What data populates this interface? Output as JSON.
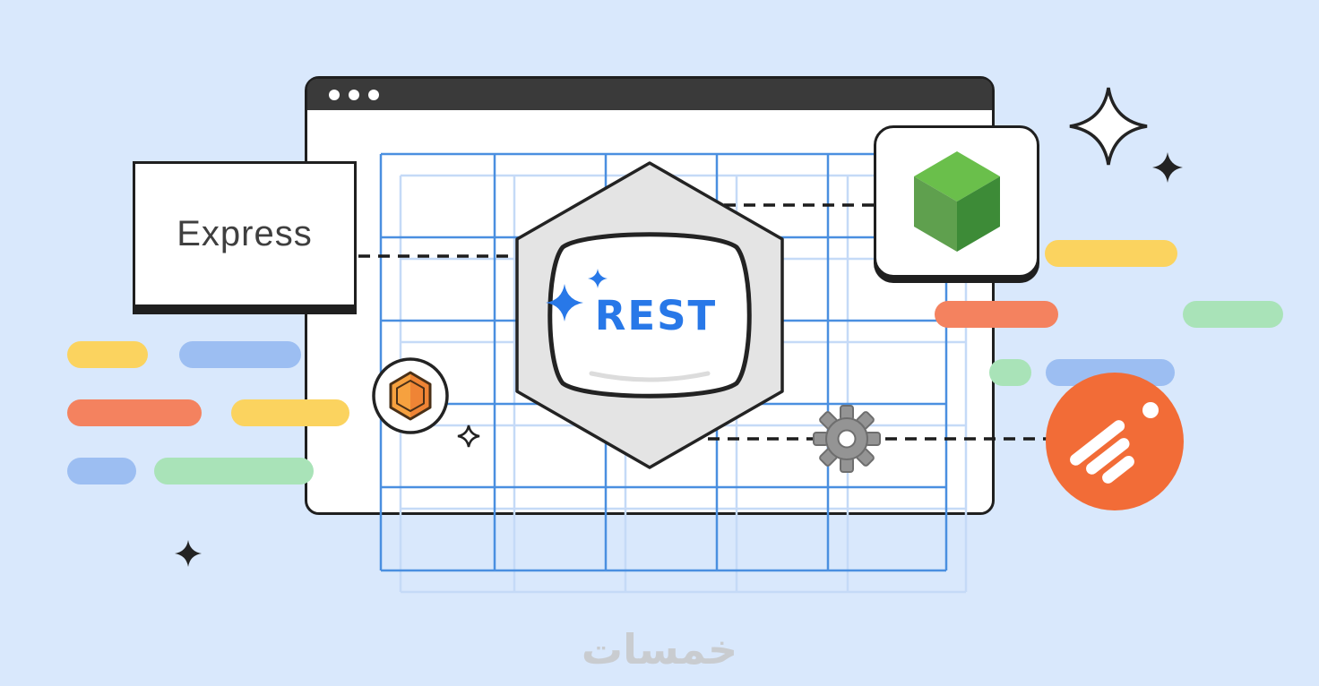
{
  "labels": {
    "express": "Express",
    "rest": "REST",
    "watermark": "خمسات"
  },
  "browser_window": {
    "dot_count": 3
  },
  "icons": {
    "nodejs": "nodejs-hexagon-logo",
    "postman": "postman-rocket-logo",
    "rest_pillow": "rest-pillow-badge",
    "gear": "gear",
    "package_badge": "orange-hexagon-package",
    "stars": "four-point-sparkle-stars"
  },
  "colors": {
    "background": "#d9e8fc",
    "window_header": "#3a3a3a",
    "window_border": "#1f1f1f",
    "grid_blue": "#4a8fe0",
    "grid_light_blue": "#c5daf7",
    "hexagon_gray": "#e4e4e4",
    "outline_dark": "#232323",
    "rest_blue": "#2878e8",
    "sparkle_blue": "#2878e8",
    "express_text": "#3f3f3f",
    "pill_yellow": "#fbd35f",
    "pill_blue": "#9cbef2",
    "pill_orange": "#f4825f",
    "pill_green": "#a9e3b8",
    "node_green": "#5fa04e",
    "node_green_light": "#6abf4b",
    "node_green_dark": "#3d8b37",
    "postman_orange": "#f26c37",
    "badge_orange": "#f6a13f",
    "gear_gray": "#949494",
    "watermark_gray": "#c6c6c6"
  }
}
